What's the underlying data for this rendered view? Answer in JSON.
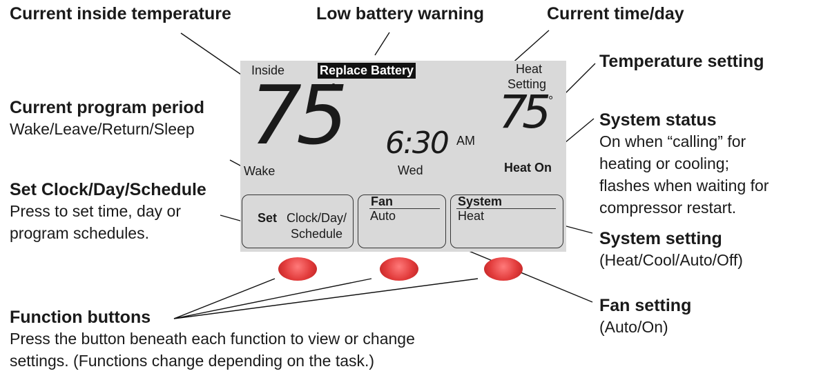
{
  "callouts": {
    "inside_temp": {
      "title": "Current inside temperature"
    },
    "low_battery": {
      "title": "Low battery warning"
    },
    "time_day": {
      "title": "Current time/day"
    },
    "temp_setting": {
      "title": "Temperature setting"
    },
    "program_period": {
      "title": "Current program period",
      "text": "Wake/Leave/Return/Sleep"
    },
    "system_status": {
      "title": "System status",
      "text_lines": [
        "On when “calling” for",
        "heating or cooling;",
        "flashes when waiting for",
        "compressor restart."
      ]
    },
    "set_clock": {
      "title": "Set Clock/Day/Schedule",
      "text_lines": [
        "Press to set time, day or",
        "program schedules."
      ]
    },
    "system_setting": {
      "title": "System setting",
      "text": "(Heat/Cool/Auto/Off)"
    },
    "fan_setting": {
      "title": "Fan setting",
      "text": "(Auto/On)"
    },
    "function_buttons": {
      "title": "Function buttons",
      "text_lines": [
        "Press the button beneath each function to view or change",
        "settings. (Functions change depending on the task.)"
      ]
    }
  },
  "display": {
    "inside_label": "Inside",
    "inside_temp": "75",
    "degree_symbol": "°",
    "battery_warning": "Replace Battery",
    "setting_label_1": "Heat",
    "setting_label_2": "Setting",
    "setting_temp": "75",
    "time": "6:30",
    "am_pm": "AM",
    "day": "Wed",
    "period": "Wake",
    "status": "Heat On"
  },
  "softkeys": {
    "set": {
      "bold": "Set",
      "label_1": "Clock/Day/",
      "label_2": "Schedule"
    },
    "fan": {
      "header": "Fan",
      "value": "Auto"
    },
    "system": {
      "header": "System",
      "value": "Heat"
    }
  },
  "colors": {
    "lcd": "#d9d9d9",
    "button": "#e23c3c",
    "warning_bg": "#111111"
  }
}
